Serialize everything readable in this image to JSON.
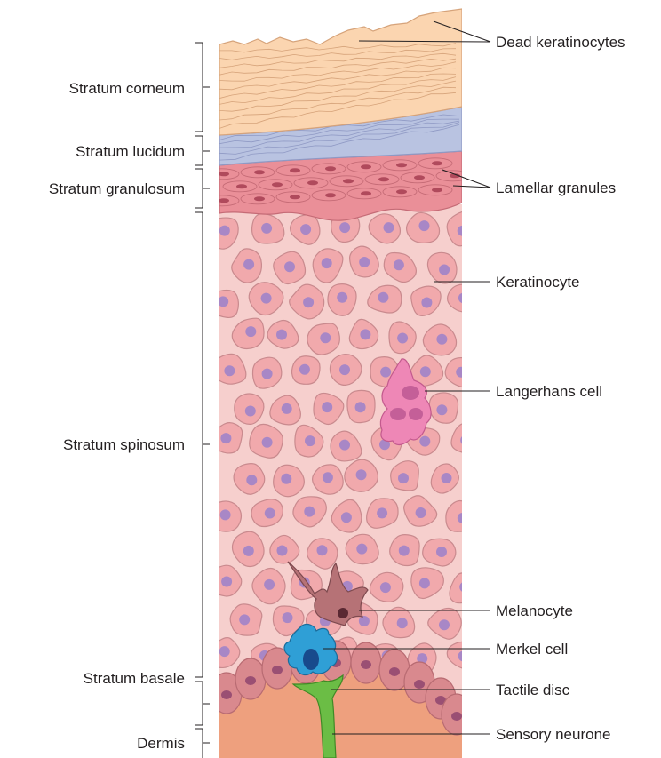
{
  "layers": [
    {
      "id": "corneum",
      "label": "Stratum corneum"
    },
    {
      "id": "lucidum",
      "label": "Stratum lucidum"
    },
    {
      "id": "granulosum",
      "label": "Stratum granulosum"
    },
    {
      "id": "spinosum",
      "label": "Stratum spinosum"
    },
    {
      "id": "basale",
      "label": "Stratum basale"
    },
    {
      "id": "dermis",
      "label": "Dermis"
    }
  ],
  "structures": [
    {
      "id": "dead-keratinocytes",
      "label": "Dead keratinocytes"
    },
    {
      "id": "lamellar-granules",
      "label": "Lamellar granules"
    },
    {
      "id": "keratinocyte",
      "label": "Keratinocyte"
    },
    {
      "id": "langerhans-cell",
      "label": "Langerhans cell"
    },
    {
      "id": "melanocyte",
      "label": "Melanocyte"
    },
    {
      "id": "merkel-cell",
      "label": "Merkel cell"
    },
    {
      "id": "tactile-disc",
      "label": "Tactile disc"
    },
    {
      "id": "sensory-neurone",
      "label": "Sensory neurone"
    }
  ],
  "colors": {
    "corneum": "#fbd5b0",
    "lucidum": "#b9c3e1",
    "granulosum": "#ea8f98",
    "spinosum_bg": "#f6cfcd",
    "keratinocyte": "#f1a9ac",
    "nucleus": "#a887c6",
    "basal_cell": "#d9898e",
    "dermis": "#eea07e",
    "langerhans": "#ee87b6",
    "melanocyte": "#b67276",
    "merkel": "#2f9fd6",
    "neurone": "#6bbd45"
  }
}
